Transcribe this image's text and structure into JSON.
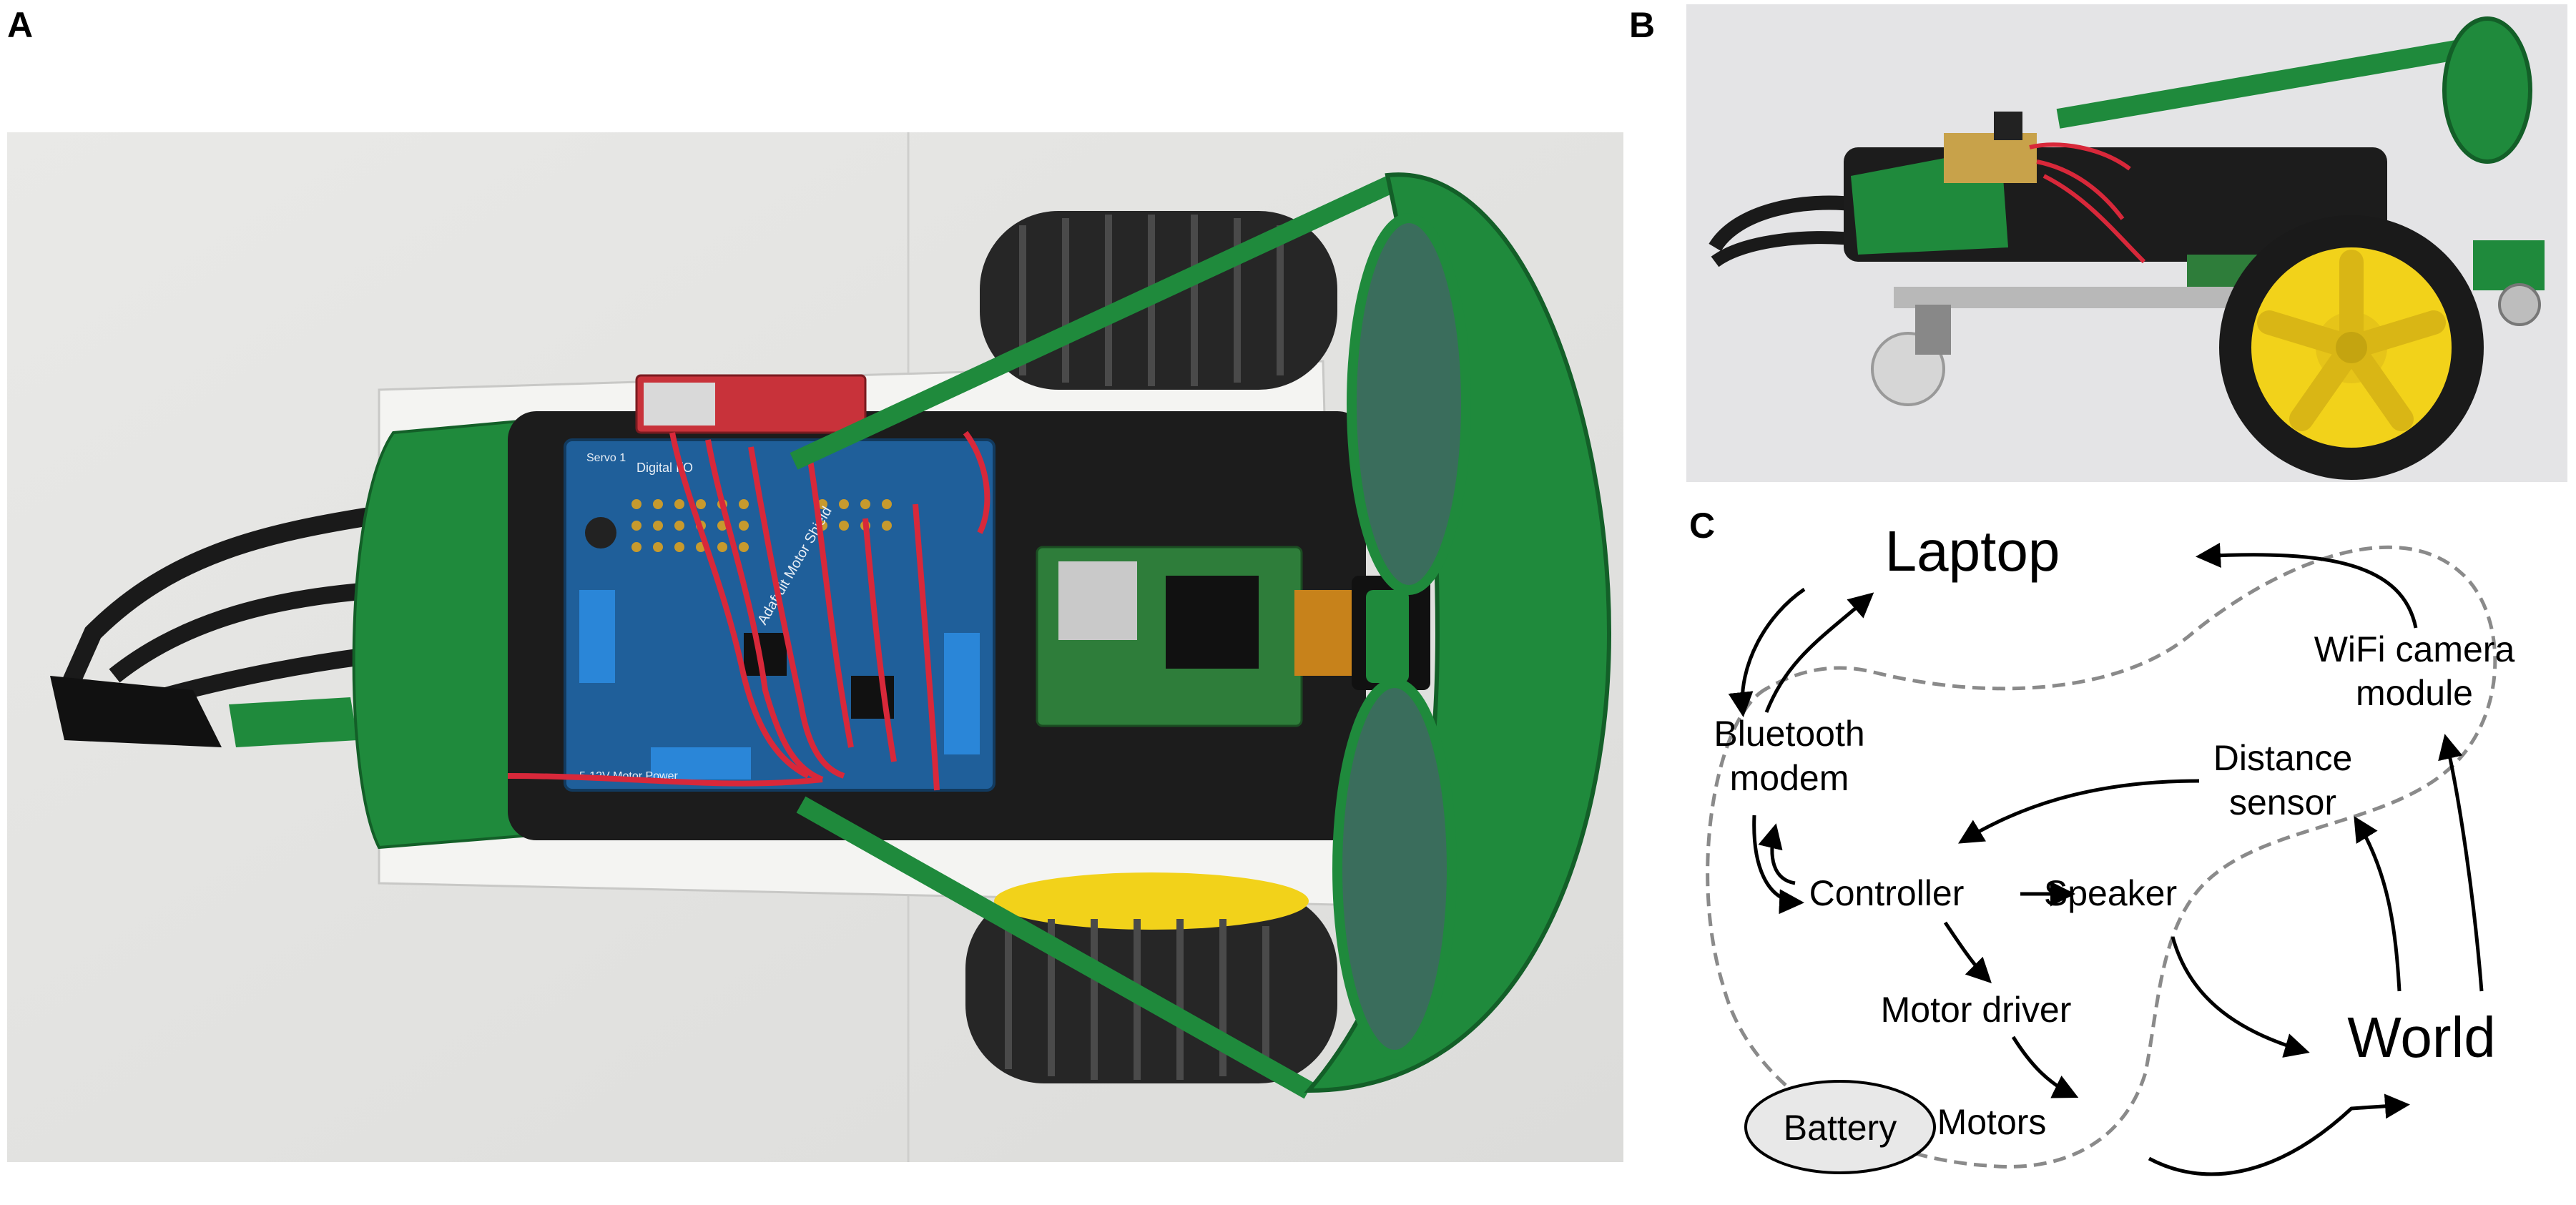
{
  "panels": {
    "a": {
      "letter": "A"
    },
    "b": {
      "letter": "B"
    },
    "c": {
      "letter": "C"
    }
  },
  "photo_a": {
    "board_text_1": "Adafruit Motor Shield",
    "board_text_2": "5-12V Motor Power",
    "board_text_3": "Servo 1",
    "board_text_4": "Digital I/O"
  },
  "diagram": {
    "nodes": {
      "laptop": "Laptop",
      "wifi_1": "WiFi camera",
      "wifi_2": "module",
      "bluetooth_1": "Bluetooth",
      "bluetooth_2": "modem",
      "distance_1": "Distance",
      "distance_2": "sensor",
      "controller": "Controller",
      "speaker": "Speaker",
      "motor_driver": "Motor driver",
      "world": "World",
      "battery": "Battery",
      "motors": "Motors"
    }
  },
  "colors": {
    "green_frame": "#1f8a3c",
    "tire": "#262626",
    "board_blue": "#1f5f9a",
    "wire_red": "#d8283a",
    "wheel_yellow": "#f2d21a",
    "battery_fill": "#e8e8e8",
    "boundary_gray": "#8a8a8a"
  }
}
